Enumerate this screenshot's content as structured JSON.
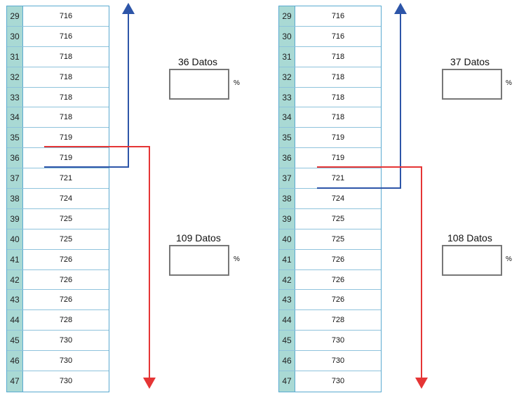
{
  "left_panel": {
    "rows": [
      {
        "idx": "29",
        "val": "716"
      },
      {
        "idx": "30",
        "val": "716"
      },
      {
        "idx": "31",
        "val": "718"
      },
      {
        "idx": "32",
        "val": "718"
      },
      {
        "idx": "33",
        "val": "718"
      },
      {
        "idx": "34",
        "val": "718"
      },
      {
        "idx": "35",
        "val": "719"
      },
      {
        "idx": "36",
        "val": "719"
      },
      {
        "idx": "37",
        "val": "721"
      },
      {
        "idx": "38",
        "val": "724"
      },
      {
        "idx": "39",
        "val": "725"
      },
      {
        "idx": "40",
        "val": "725"
      },
      {
        "idx": "41",
        "val": "726"
      },
      {
        "idx": "42",
        "val": "726"
      },
      {
        "idx": "43",
        "val": "726"
      },
      {
        "idx": "44",
        "val": "728"
      },
      {
        "idx": "45",
        "val": "730"
      },
      {
        "idx": "46",
        "val": "730"
      },
      {
        "idx": "47",
        "val": "730"
      }
    ],
    "upper_label": "36 Datos",
    "lower_label": "109 Datos",
    "upper_pct": "%",
    "lower_pct": "%"
  },
  "right_panel": {
    "rows": [
      {
        "idx": "29",
        "val": "716"
      },
      {
        "idx": "30",
        "val": "716"
      },
      {
        "idx": "31",
        "val": "718"
      },
      {
        "idx": "32",
        "val": "718"
      },
      {
        "idx": "33",
        "val": "718"
      },
      {
        "idx": "34",
        "val": "718"
      },
      {
        "idx": "35",
        "val": "719"
      },
      {
        "idx": "36",
        "val": "719"
      },
      {
        "idx": "37",
        "val": "721"
      },
      {
        "idx": "38",
        "val": "724"
      },
      {
        "idx": "39",
        "val": "725"
      },
      {
        "idx": "40",
        "val": "725"
      },
      {
        "idx": "41",
        "val": "726"
      },
      {
        "idx": "42",
        "val": "726"
      },
      {
        "idx": "43",
        "val": "726"
      },
      {
        "idx": "44",
        "val": "728"
      },
      {
        "idx": "45",
        "val": "730"
      },
      {
        "idx": "46",
        "val": "730"
      },
      {
        "idx": "47",
        "val": "730"
      }
    ],
    "upper_label": "37 Datos",
    "lower_label": "108 Datos",
    "upper_pct": "%",
    "lower_pct": "%"
  },
  "colors": {
    "up_arrow": "#2d55a8",
    "down_arrow": "#e53535",
    "index_fill": "#a9d9d4",
    "grid": "#5aaad0"
  }
}
